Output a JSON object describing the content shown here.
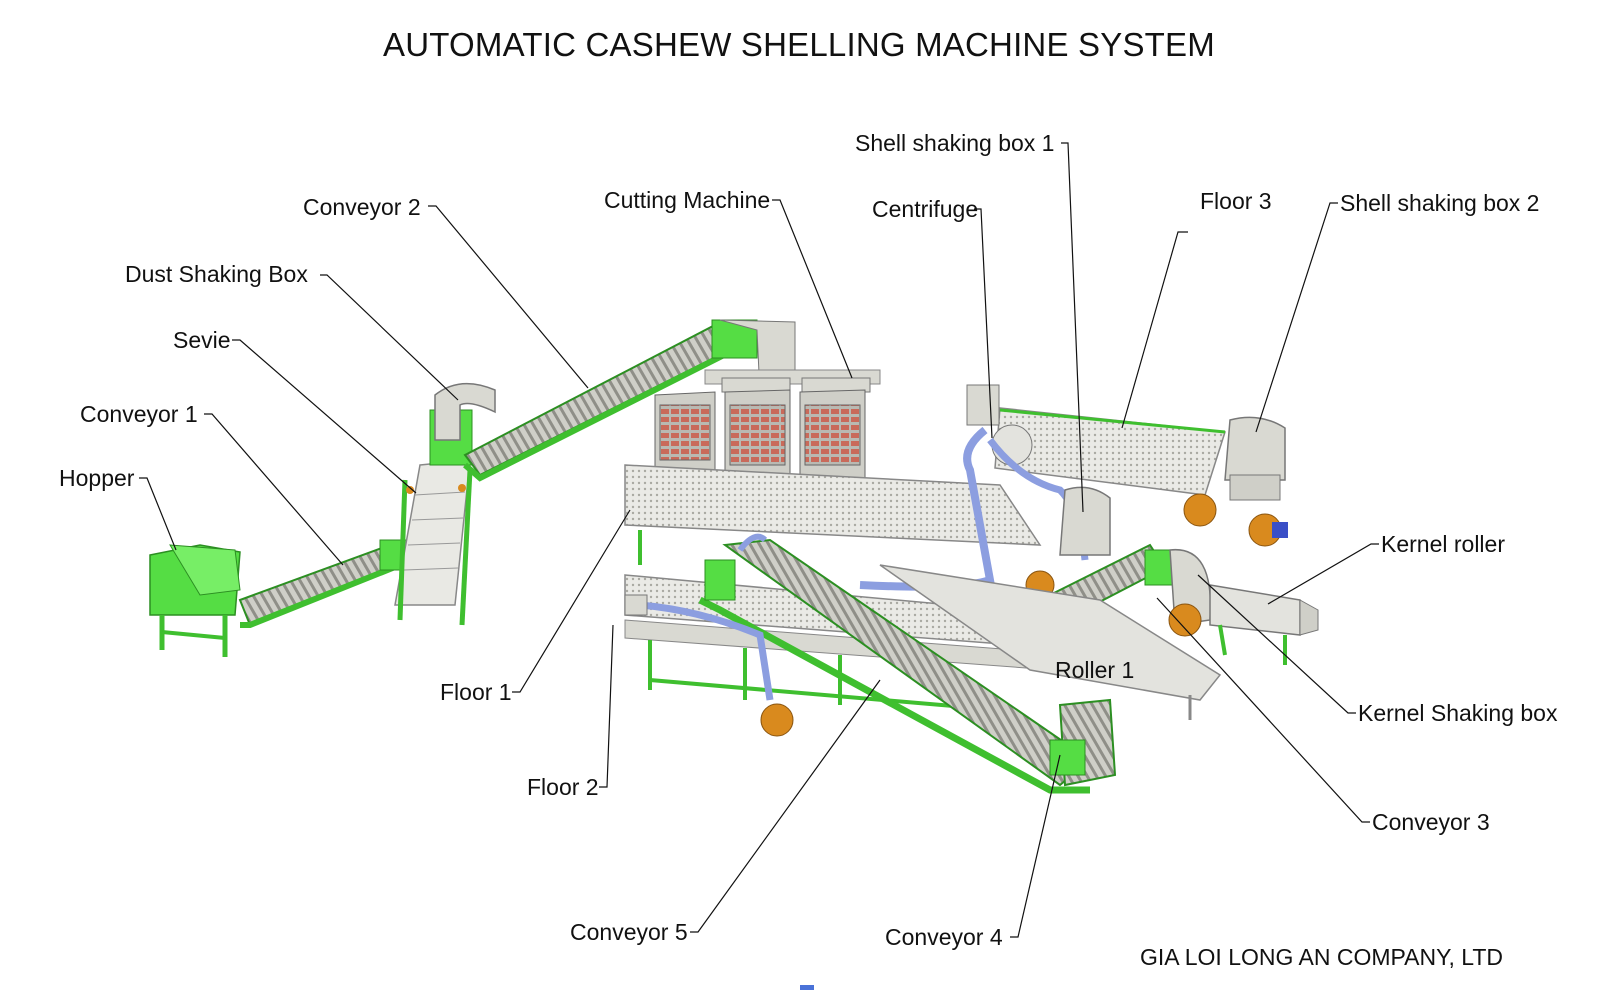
{
  "title": "AUTOMATIC CASHEW SHELLING MACHINE SYSTEM",
  "company": "GIA LOI LONG AN COMPANY, LTD",
  "labels": {
    "conveyor_2": "Conveyor 2",
    "dust_shaking_box": "Dust Shaking Box",
    "sevie": "Sevie",
    "conveyor_1": "Conveyor 1",
    "hopper": "Hopper",
    "cutting_machine": "Cutting Machine",
    "shell_shaking_box_1": "Shell shaking box 1",
    "centrifuge": "Centrifuge",
    "floor_3": "Floor 3",
    "shell_shaking_box_2": "Shell shaking box 2",
    "kernel_roller": "Kernel roller",
    "kernel_shaking_box": "Kernel Shaking box",
    "conveyor_3": "Conveyor 3",
    "floor_1": "Floor 1",
    "floor_2": "Floor 2",
    "roller_1": "Roller 1",
    "conveyor_5": "Conveyor 5",
    "conveyor_4": "Conveyor 4"
  },
  "colors": {
    "machine_green": "#55dd44",
    "frame_green": "#3fbf2f",
    "metal_gray": "#d9d9d2",
    "pipe_blue": "#8c9ee0",
    "blower_orange": "#d98a1e",
    "cutter_red": "#c96a5a"
  }
}
